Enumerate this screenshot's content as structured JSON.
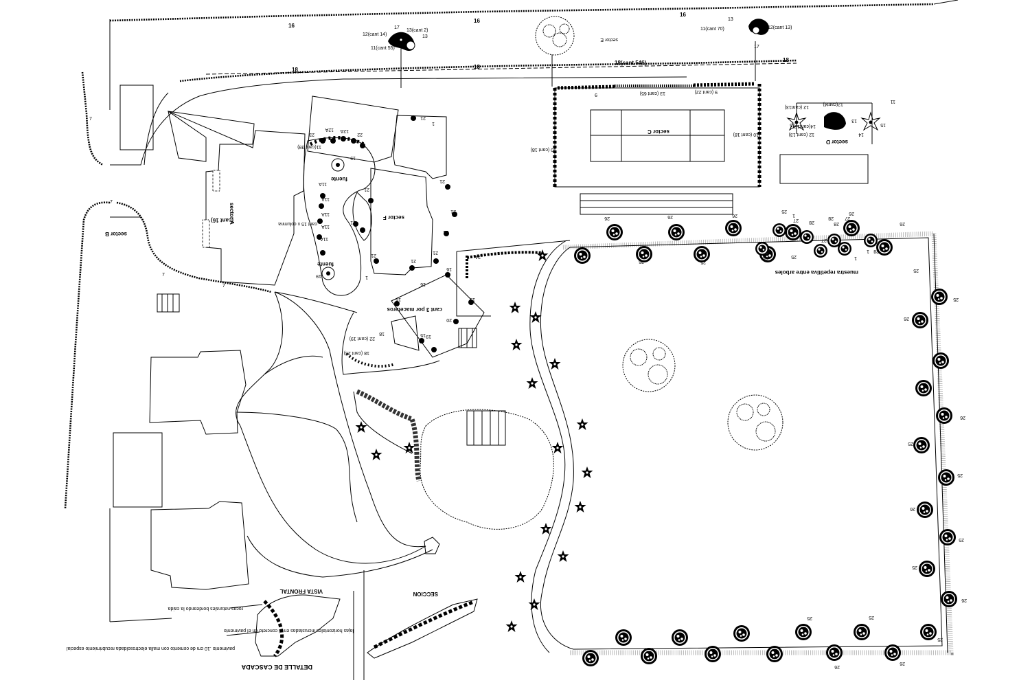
{
  "plan": {
    "sectors": {
      "a": "sector A",
      "b": "sector B",
      "c": "sector C",
      "d": "sector D",
      "e": "sector E",
      "f": "sector F"
    },
    "labels": {
      "fuente": "fuente",
      "cant15col": "cant 15 x columna",
      "cant3mac": "cant 3\npor maceteros",
      "muestra": "muestra repetitiva entre arboles",
      "cant16": "(cant 16)"
    },
    "top_strip": {
      "n16a": "16",
      "n16b": "16",
      "n16c": "16",
      "n18a": "18",
      "n18b": "18",
      "n18c": "18(cant 546)",
      "n18d": "18",
      "cluster_left": [
        "12(cant 14)",
        "13(cant 2)",
        "17",
        "13",
        "11(cant 55)"
      ],
      "cluster_right": [
        "12(cant 13)",
        "13",
        "11(cant 70)",
        "17"
      ]
    },
    "court": {
      "left_hedge": "10 (cant 18)",
      "right_hedge": "10 (cant 18)",
      "top_a": "13 (cant 65)",
      "top_b": "9 (cant 22)",
      "n9": "9"
    },
    "sector_d_labels": [
      "12 (cant13)",
      "14(cant13)",
      "12(cant4)",
      "12 (cant 13)",
      "15",
      "15",
      "11",
      "13",
      "14"
    ],
    "fuente_area": [
      "12A",
      "12A",
      "22",
      "23",
      "11(cant 39)",
      "19",
      "11A",
      "11A",
      "11A",
      "11A",
      "11A",
      "19",
      "21",
      "21",
      "21",
      "21",
      "21",
      "21",
      "21",
      "21",
      "21",
      "1",
      "1"
    ],
    "planter_area": [
      "16",
      "16",
      "19",
      "20",
      "19",
      "15",
      "16",
      "18",
      "22 (cant 19)",
      "18 (cant 23)",
      "24"
    ],
    "garden_trees": [
      "26",
      "25",
      "26",
      "25",
      "26",
      "25",
      "1",
      "27",
      "28",
      "28",
      "27",
      "28",
      "27",
      "28",
      "1",
      "25",
      "25",
      "1",
      "26",
      "26",
      "25",
      "25",
      "26",
      "26",
      "25",
      "25",
      "26",
      "25",
      "25",
      "26",
      "25",
      "26",
      "25",
      "26",
      "25"
    ],
    "detalle": {
      "title": "DETALLE DE CASCADA",
      "vista": "VISTA FRONTAL",
      "seccion": "SECCION",
      "note1": "pavimento .10 cm de cemento\ncon malla electrosoldada\nrecubrimiento especial",
      "note2": "rocas naturales bordeando\nla caida",
      "note3": "lajas horizontales\nincrustadas\nen el concreto\nen el pavimento"
    },
    "edge_numbers": [
      "7",
      "7",
      "7",
      "7"
    ]
  }
}
